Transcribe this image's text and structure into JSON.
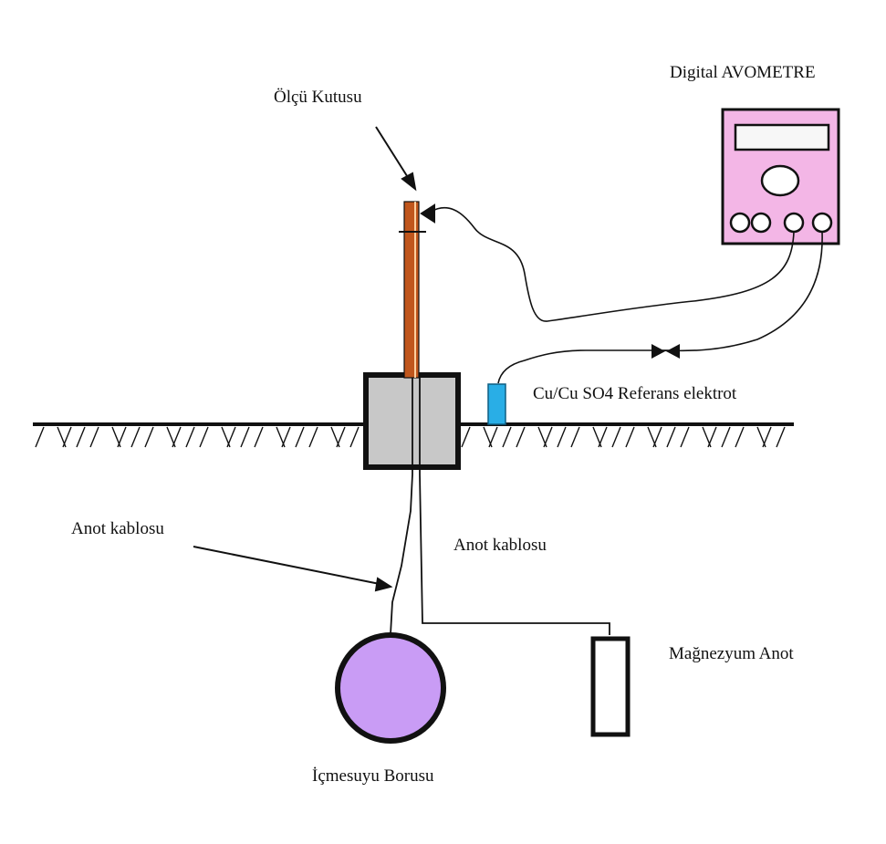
{
  "labels": {
    "measurement_box": "Ölçü Kutusu",
    "multimeter": "Digital AVOMETRE",
    "reference_electrode": "Cu/Cu SO4 Referans elektrot",
    "anode_cable_left": "Anot kablosu",
    "anode_cable_right": "Anot kablosu",
    "magnesium_anode": "Mağnezyum Anot",
    "water_pipe": "İçmesuyu Borusu"
  },
  "colors": {
    "multimeter_body": "#f3b6e6",
    "pipe": "#c99cf5",
    "electrode": "#29aee6",
    "post": "#c0561c",
    "box_fill": "#c8c8c8",
    "line": "#111111"
  }
}
